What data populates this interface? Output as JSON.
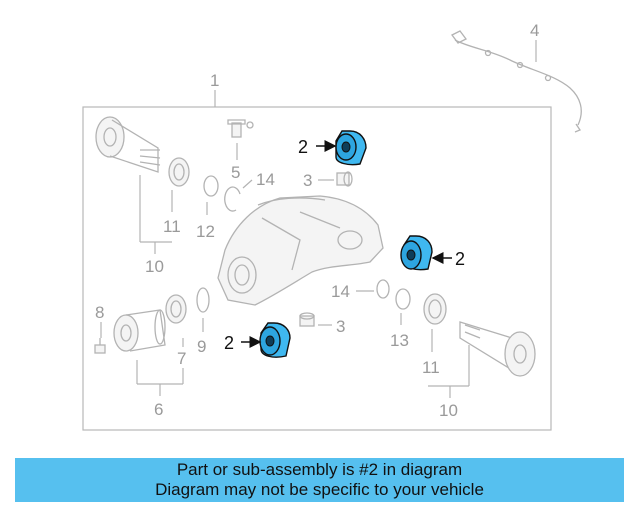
{
  "diagram": {
    "callouts": {
      "n1": "1",
      "n2a": "2",
      "n2b": "2",
      "n2c": "2",
      "n3a": "3",
      "n3b": "3",
      "n4": "4",
      "n5": "5",
      "n6": "6",
      "n7": "7",
      "n8": "8",
      "n9": "9",
      "n10a": "10",
      "n10b": "10",
      "n11a": "11",
      "n11b": "11",
      "n12": "12",
      "n13": "13",
      "n14a": "14",
      "n14b": "14"
    },
    "highlight_color": "#3fb8f0"
  },
  "banner": {
    "line1": "Part or sub-assembly is #2 in diagram",
    "line2": "Diagram may not be specific to your vehicle",
    "background": "#56c0ef"
  }
}
